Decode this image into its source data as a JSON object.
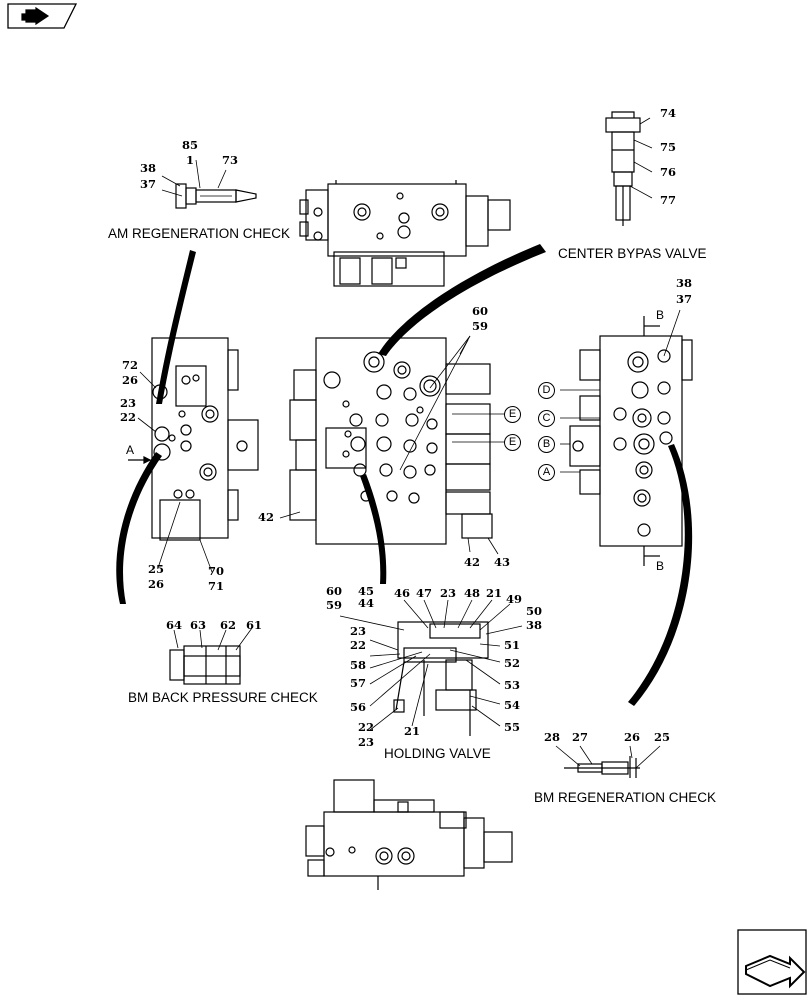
{
  "sections": {
    "am_regen": "AM REGENERATION CHECK",
    "center_bypass": "CENTER BYPAS VALVE",
    "bm_back_pressure": "BM BACK PRESSURE CHECK",
    "holding_valve": "HOLDING VALVE",
    "bm_regen": "BM REGENERATION CHECK"
  },
  "callouts": {
    "c85": "85",
    "c1": "1",
    "c73": "73",
    "c38a": "38",
    "c37a": "37",
    "c74": "74",
    "c75": "75",
    "c76": "76",
    "c77": "77",
    "c38b": "38",
    "c37b": "37",
    "c72": "72",
    "c26a": "26",
    "c23a": "23",
    "c22a": "22",
    "c25a": "25",
    "c26b": "26",
    "c70": "70",
    "c71": "71",
    "c60a": "60",
    "c59a": "59",
    "c42a": "42",
    "c42b": "42",
    "c43": "43",
    "c64": "64",
    "c63": "63",
    "c62": "62",
    "c61": "61",
    "c60b": "60",
    "c59b": "59",
    "c45": "45",
    "c44": "44",
    "c46": "46",
    "c47": "47",
    "c23b": "23",
    "c48": "48",
    "c21a": "21",
    "c49": "49",
    "c50": "50",
    "c38c": "38",
    "c23c": "23",
    "c22b": "22",
    "c51": "51",
    "c52": "52",
    "c58": "58",
    "c57": "57",
    "c53": "53",
    "c54": "54",
    "c55": "55",
    "c56": "56",
    "c21b": "21",
    "c22c": "22",
    "c23d": "23",
    "c28": "28",
    "c27": "27",
    "c26c": "26",
    "c25b": "25"
  },
  "ports": {
    "d": "D",
    "c": "C",
    "b": "B",
    "a": "A",
    "e1": "E",
    "e2": "E"
  },
  "markers": {
    "b_top": "B",
    "b_bottom": "B",
    "a_left": "A"
  },
  "icons": {
    "top_nav": "prev-page-icon",
    "bottom_nav": "next-page-icon"
  }
}
